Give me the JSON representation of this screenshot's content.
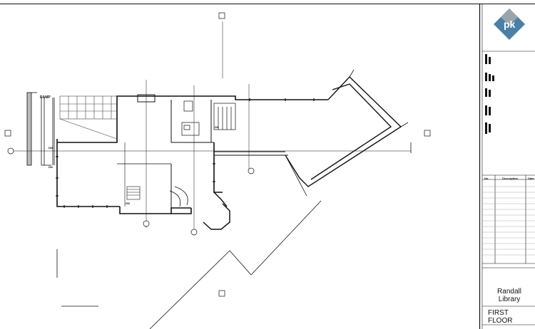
{
  "labels": {
    "ramp": "RAMP",
    "dn_1": "DN",
    "dn_2": "DN",
    "dn_3": "DN",
    "dn_4": "DN"
  },
  "title_block": {
    "logo_text": "pk",
    "project_name_line1": "Randall",
    "project_name_line2": "Library",
    "sheet_title_line1": "FIRST",
    "sheet_title_line2": "FLOOR",
    "revision_table": {
      "col_no": "No.",
      "col_description": "Description",
      "col_date": "Date"
    }
  },
  "colors": {
    "line": "#111111",
    "hatch": "#444444",
    "logo_blue": "#4a7fa8",
    "logo_grey": "#9aa4ad"
  }
}
